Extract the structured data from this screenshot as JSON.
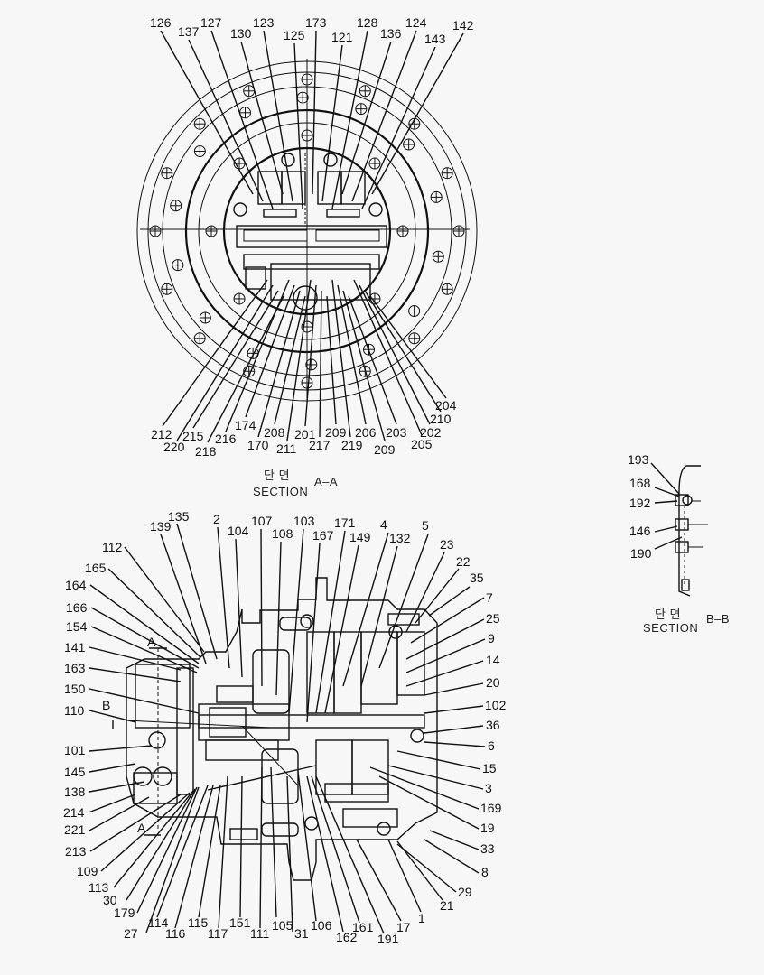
{
  "drawing": {
    "background": "#f7f7f7",
    "line_color": "#111111"
  },
  "section_aa": {
    "caption_korean": "단 면",
    "caption_english": "SECTION",
    "caption_tag": "A–A",
    "top_labels": [
      "126",
      "137",
      "127",
      "130",
      "123",
      "125",
      "173",
      "121",
      "128",
      "136",
      "124",
      "143",
      "142"
    ],
    "bottom_labels": [
      "212",
      "220",
      "215",
      "218",
      "216",
      "174",
      "170",
      "208",
      "211",
      "201",
      "217",
      "209",
      "219",
      "206",
      "209",
      "203",
      "205",
      "202",
      "210",
      "204"
    ]
  },
  "section_bb": {
    "caption_korean": "단 면",
    "caption_english": "SECTION",
    "caption_tag": "B–B",
    "labels": [
      "193",
      "168",
      "192",
      "146",
      "190"
    ]
  },
  "main_view": {
    "section_marks": [
      "A",
      "B",
      "A"
    ],
    "top_labels": [
      "135",
      "139",
      "2",
      "104",
      "107",
      "108",
      "103",
      "167",
      "171",
      "149",
      "4",
      "132",
      "5",
      "23",
      "22",
      "35"
    ],
    "left_labels": [
      "112",
      "165",
      "164",
      "166",
      "154",
      "141",
      "163",
      "150",
      "110",
      "101",
      "145",
      "138",
      "214",
      "221",
      "213",
      "109",
      "113",
      "30",
      "179",
      "27"
    ],
    "bottom_labels": [
      "114",
      "116",
      "115",
      "117",
      "151",
      "111",
      "105",
      "31",
      "106",
      "162",
      "161",
      "191",
      "17",
      "1",
      "21"
    ],
    "right_labels": [
      "7",
      "25",
      "9",
      "14",
      "20",
      "102",
      "36",
      "6",
      "15",
      "3",
      "169",
      "19",
      "33",
      "8",
      "29"
    ]
  }
}
